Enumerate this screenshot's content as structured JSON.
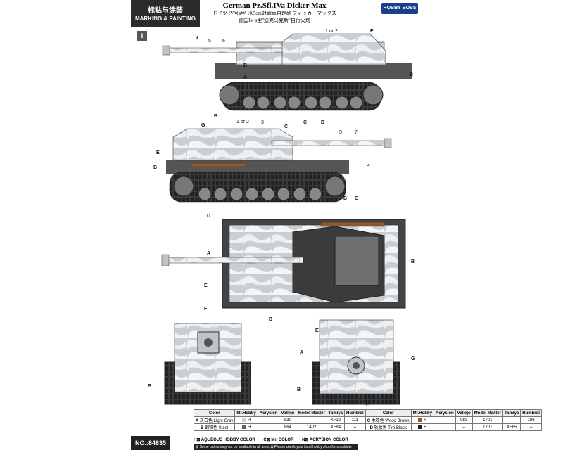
{
  "header": {
    "tab_cn": "标贴与涂装",
    "tab_en": "MARKING & PAINTING",
    "title_en": "German Pz.Sfl.IVa Dicker Max",
    "title_jp": "ドイツ IV号a型 10.5cm対戦車自走砲 ディッカーマックス",
    "title_cn": "德国IV a型\"迪克马克斯\"自行火炮",
    "logo": "HOBBY BOSS"
  },
  "section": "I",
  "labels": {
    "a": "A",
    "b": "B",
    "c": "C",
    "d": "D",
    "e": "E",
    "f": "F",
    "g": "G",
    "n1": "1",
    "n3": "3",
    "n4": "4",
    "n5": "5",
    "n6": "6",
    "n7": "7",
    "n1or2": "1 or 2"
  },
  "table": {
    "headers": [
      "Color",
      "Mr.Hobby",
      "Acrysion",
      "Vallejo",
      "Model Master",
      "Tamiya",
      "Humbrol"
    ],
    "left": [
      {
        "code": "A",
        "name_cn": "灰白色",
        "name": "Light Gray",
        "mrhobby": "H",
        "acrysion": "",
        "vallejo": "830",
        "model_master": "--",
        "tamiya": "XF22",
        "humbrol": "111",
        "color": "#cfd3d6"
      },
      {
        "code": "B",
        "name_cn": "钢铁色",
        "name": "Steel",
        "mrhobby": "H",
        "acrysion": "",
        "vallejo": "864",
        "model_master": "1402",
        "tamiya": "XF84",
        "humbrol": "--",
        "color": "#5f6266"
      }
    ],
    "right": [
      {
        "code": "C",
        "name_cn": "木棕色",
        "name": "Wood Brown",
        "mrhobby": "H",
        "acrysion": "",
        "vallejo": "983",
        "model_master": "1701",
        "tamiya": "--",
        "humbrol": "186",
        "color": "#8a5a2e"
      },
      {
        "code": "D",
        "name_cn": "轮胎黑",
        "name": "Tire Black",
        "mrhobby": "H",
        "acrysion": "",
        "vallejo": "--",
        "model_master": "1701",
        "tamiya": "XF85",
        "humbrol": "--",
        "color": "#1e1e1e"
      }
    ]
  },
  "legend": {
    "h": "H⊠ AQUEOUS HOBBY COLOR",
    "c": "C⊠ Mr. COLOR",
    "n": "N⊠ ACRYSION COLOR"
  },
  "footer": "⊠ Some paints may not be available in all area.   ⊠ Please check your local hobby shop for substitute",
  "item_no": "NO.:84835"
}
